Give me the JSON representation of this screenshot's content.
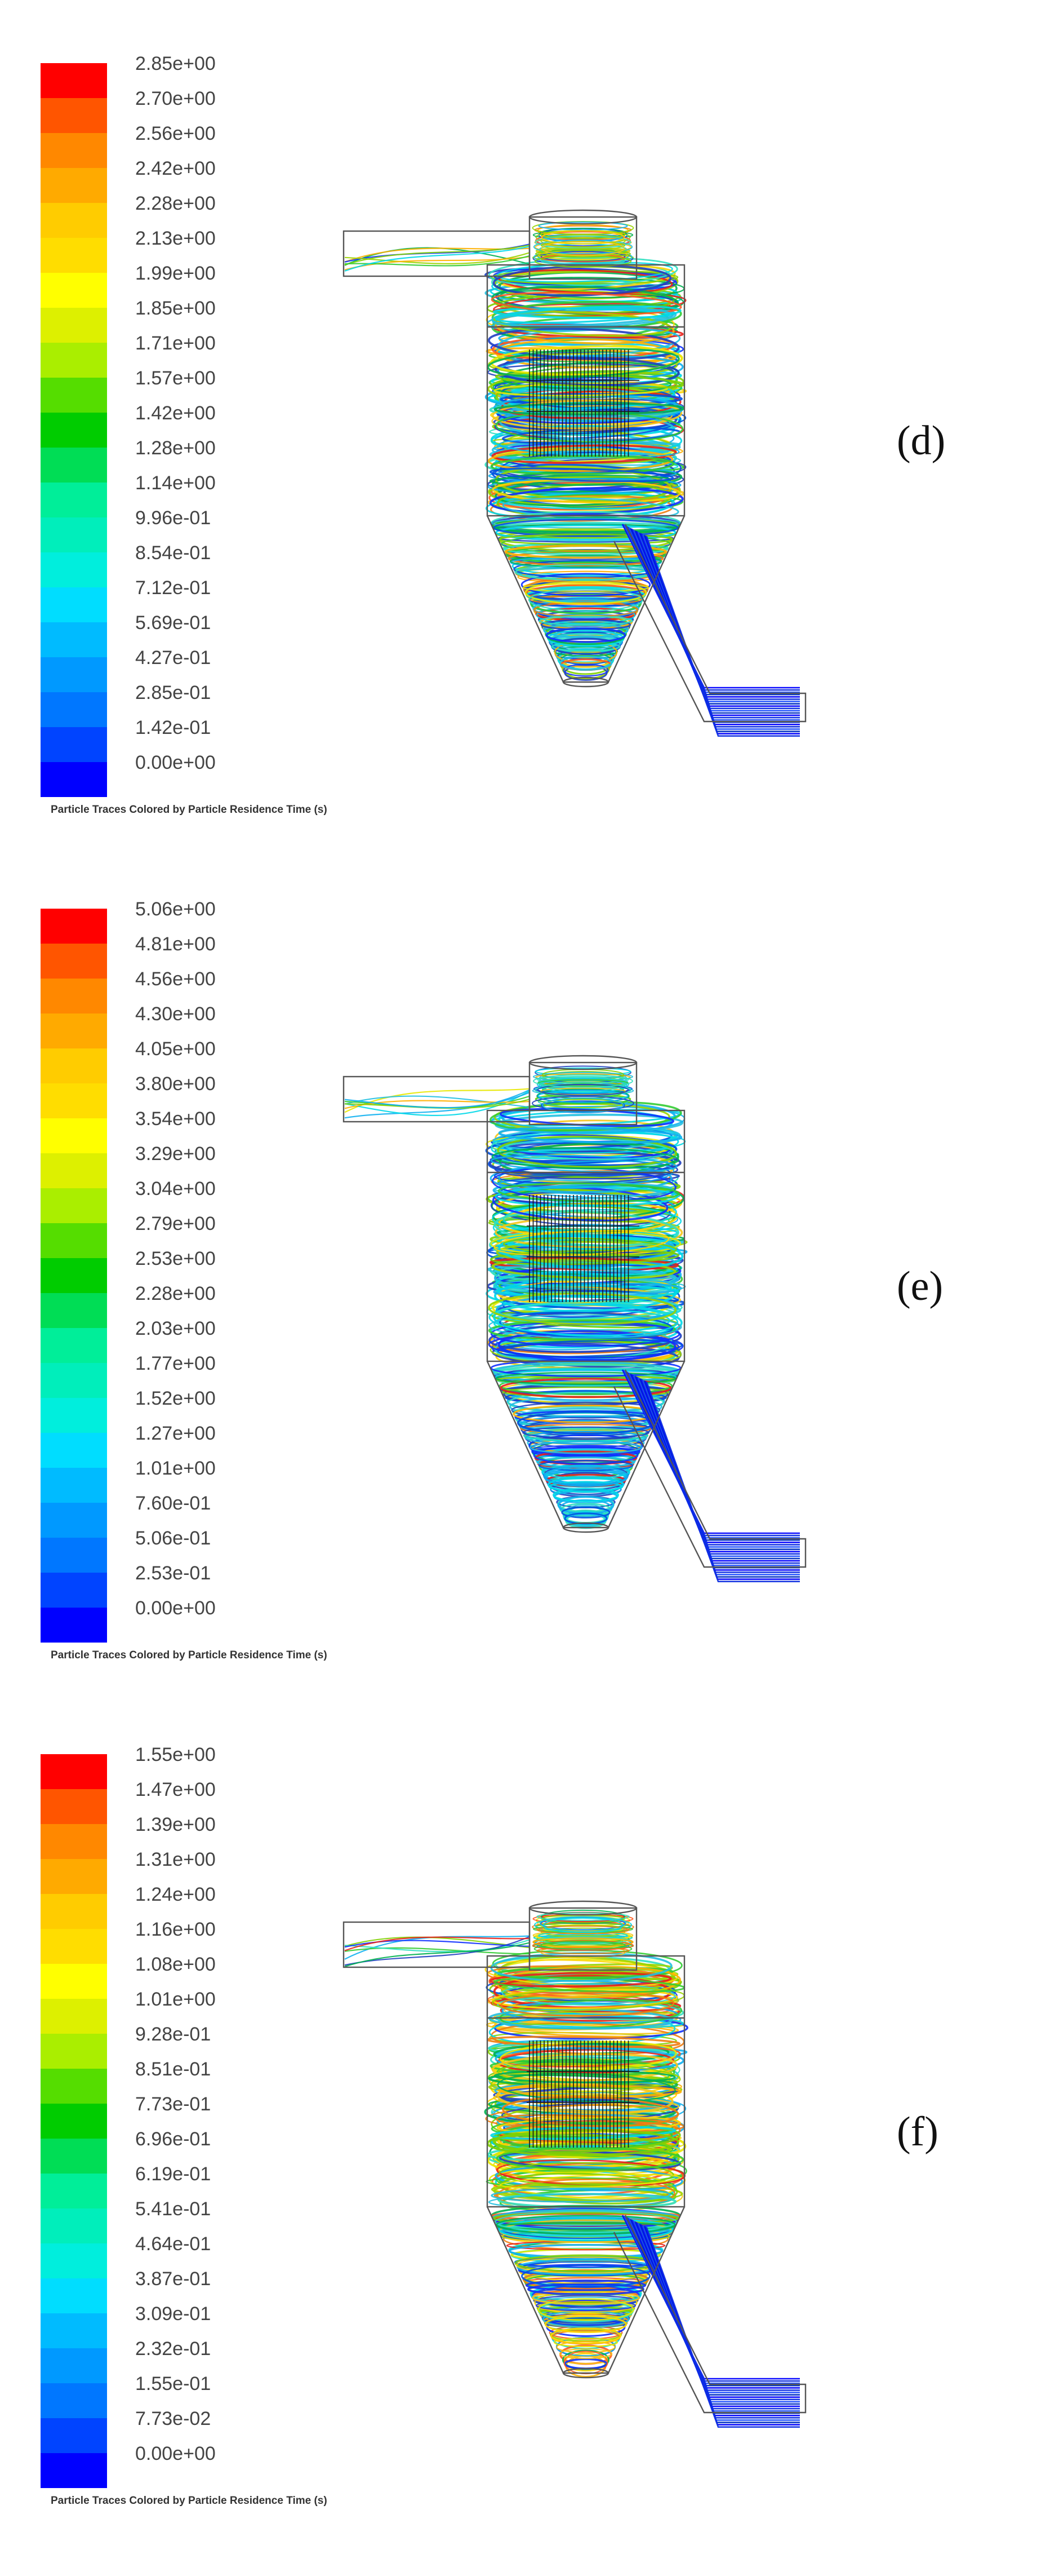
{
  "panels": [
    {
      "label": "(d)",
      "caption": "Particle Traces Colored by Particle Residence Time (s)",
      "legend_ticks": [
        "2.85e+00",
        "2.70e+00",
        "2.56e+00",
        "2.42e+00",
        "2.28e+00",
        "2.13e+00",
        "1.99e+00",
        "1.85e+00",
        "1.71e+00",
        "1.57e+00",
        "1.42e+00",
        "1.28e+00",
        "1.14e+00",
        "9.96e-01",
        "8.54e-01",
        "7.12e-01",
        "5.69e-01",
        "4.27e-01",
        "2.85e-01",
        "1.42e-01",
        "0.00e+00"
      ],
      "palette": [
        "#ff0000",
        "#ff5500",
        "#ff8800",
        "#ffaa00",
        "#ffcc00",
        "#ffdd00",
        "#ffff00",
        "#ddf000",
        "#aaee00",
        "#55dd00",
        "#00cc00",
        "#00dd55",
        "#00ee99",
        "#00eebb",
        "#00eedd",
        "#00ddff",
        "#00bbff",
        "#0099ff",
        "#0077ff",
        "#0044ff",
        "#0000ff"
      ],
      "trace_mix": {
        "red": 0.1,
        "yellow": 0.15,
        "green": 0.33,
        "cyan": 0.3,
        "blue": 0.12
      }
    },
    {
      "label": "(e)",
      "caption": "Particle Traces Colored by Particle Residence Time (s)",
      "legend_ticks": [
        "5.06e+00",
        "4.81e+00",
        "4.56e+00",
        "4.30e+00",
        "4.05e+00",
        "3.80e+00",
        "3.54e+00",
        "3.29e+00",
        "3.04e+00",
        "2.79e+00",
        "2.53e+00",
        "2.28e+00",
        "2.03e+00",
        "1.77e+00",
        "1.52e+00",
        "1.27e+00",
        "1.01e+00",
        "7.60e-01",
        "5.06e-01",
        "2.53e-01",
        "0.00e+00"
      ],
      "palette": [
        "#ff0000",
        "#ff5500",
        "#ff8800",
        "#ffaa00",
        "#ffcc00",
        "#ffdd00",
        "#ffff00",
        "#ddf000",
        "#aaee00",
        "#55dd00",
        "#00cc00",
        "#00dd55",
        "#00ee99",
        "#00eebb",
        "#00eedd",
        "#00ddff",
        "#00bbff",
        "#0099ff",
        "#0077ff",
        "#0044ff",
        "#0000ff"
      ],
      "trace_mix": {
        "red": 0.03,
        "yellow": 0.1,
        "green": 0.17,
        "cyan": 0.45,
        "blue": 0.25
      }
    },
    {
      "label": "(f)",
      "caption": "Particle Traces Colored by Particle Residence Time (s)",
      "legend_ticks": [
        "1.55e+00",
        "1.47e+00",
        "1.39e+00",
        "1.31e+00",
        "1.24e+00",
        "1.16e+00",
        "1.08e+00",
        "1.01e+00",
        "9.28e-01",
        "8.51e-01",
        "7.73e-01",
        "6.96e-01",
        "6.19e-01",
        "5.41e-01",
        "4.64e-01",
        "3.87e-01",
        "3.09e-01",
        "2.32e-01",
        "1.55e-01",
        "7.73e-02",
        "0.00e+00"
      ],
      "palette": [
        "#ff0000",
        "#ff5500",
        "#ff8800",
        "#ffaa00",
        "#ffcc00",
        "#ffdd00",
        "#ffff00",
        "#ddf000",
        "#aaee00",
        "#55dd00",
        "#00cc00",
        "#00dd55",
        "#00ee99",
        "#00eebb",
        "#00eedd",
        "#00ddff",
        "#00bbff",
        "#0099ff",
        "#0077ff",
        "#0044ff",
        "#0000ff"
      ],
      "trace_mix": {
        "red": 0.16,
        "yellow": 0.3,
        "green": 0.28,
        "cyan": 0.18,
        "blue": 0.08
      }
    }
  ]
}
